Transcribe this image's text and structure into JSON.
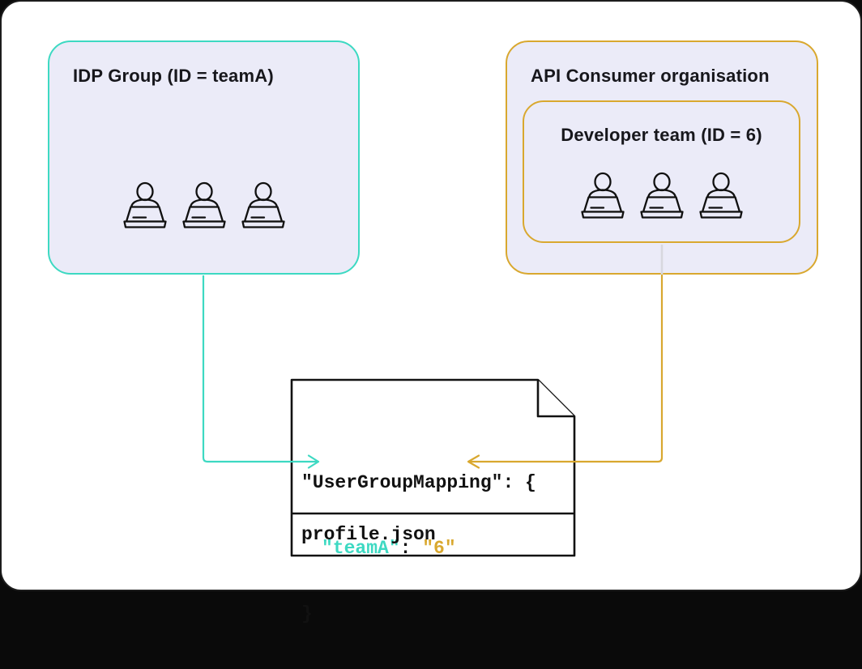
{
  "colors": {
    "teal": "#3DD9C2",
    "gold": "#D9A82F",
    "lavender": "#EBEBF8",
    "ink": "#17171C",
    "doc": "#121212",
    "grayline": "#D8D8DE",
    "canvas": "#FFFFFF",
    "page": "#0A0A0A"
  },
  "idp_group": {
    "title": "IDP Group (ID = teamA)",
    "id_value": "teamA",
    "member_count": 3,
    "member_icon": "laptop-user-icon",
    "border_color": "#3DD9C2"
  },
  "api_consumer_org": {
    "title": "API Consumer organisation",
    "border_color": "#D9A82F",
    "developer_team": {
      "title": "Developer team (ID = 6)",
      "id_value": "6",
      "member_count": 3,
      "member_icon": "laptop-user-icon",
      "border_color": "#D9A82F"
    }
  },
  "mapping_file": {
    "filename": "profile.json",
    "code": {
      "line1": "\"UserGroupMapping\": {",
      "line2_key": "\"teamA\"",
      "line2_sep": ": ",
      "line2_value": "\"6\"",
      "line3": "}"
    },
    "key_color": "#3DD9C2",
    "value_color": "#D9A82F"
  },
  "connectors": {
    "idp_to_key": {
      "color": "#3DD9C2",
      "from": "idp-group-box",
      "to": "teamA key"
    },
    "team_to_value": {
      "color": "#D9A82F",
      "from": "developer-team-box",
      "to": "6 value"
    }
  }
}
